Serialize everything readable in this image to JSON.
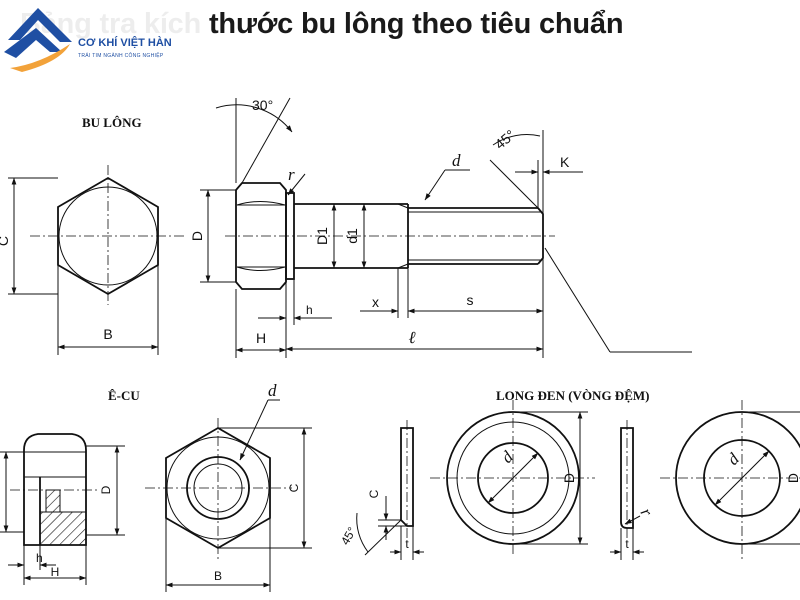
{
  "title": "Bảng tra kích thước bu lông theo tiêu chuẩn",
  "logo": {
    "name": "CƠ KHÍ VIỆT HÀN",
    "slogan": "TRÁI TIM NGÀNH CÔNG NGHIỆP",
    "colors": {
      "blue": "#1f4fa3",
      "orange": "#f2a23a"
    }
  },
  "sections": {
    "bolt": "BU LÔNG",
    "nut": "Ê-CU",
    "washer": "LONG ĐEN (VÒNG ĐỆM)"
  },
  "bolt_labels": {
    "angle_head": "30°",
    "angle_tip": "45°",
    "d": "d",
    "K": "K",
    "r": "r",
    "C": "C",
    "B": "B",
    "D": "D",
    "D1": "D1",
    "d1": "d1",
    "H": "H",
    "h": "h",
    "x": "x",
    "s": "s",
    "l": "ℓ"
  },
  "nut_labels": {
    "d": "d",
    "D": "D",
    "C": "C",
    "B": "B",
    "h": "h",
    "H": "H"
  },
  "washer_labels": {
    "C": "C",
    "angle": "45°",
    "t1": "t",
    "d1": "d",
    "D1": "D",
    "t2": "t",
    "r": "r",
    "d2": "d",
    "D2": "D"
  }
}
